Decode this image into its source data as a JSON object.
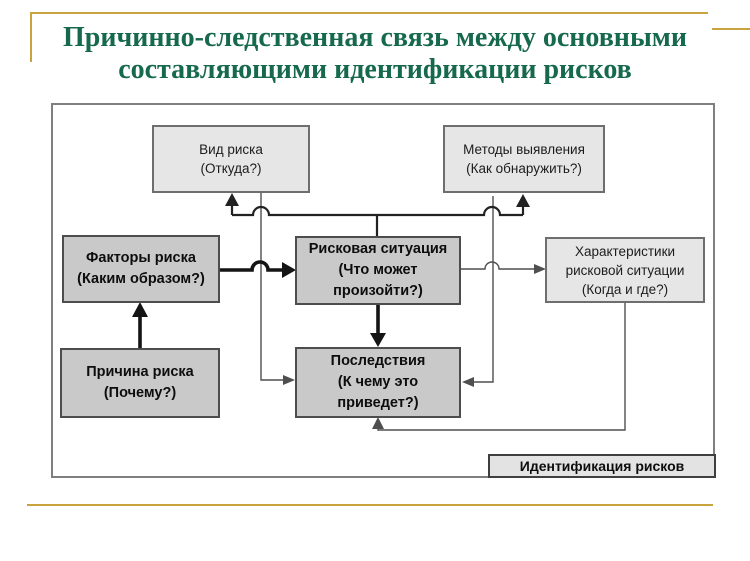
{
  "title": {
    "line1": "Причинно-следственная связь между основными",
    "line2": "составляющими идентификации рисков"
  },
  "diagram": {
    "nodes": {
      "vid_riska": {
        "line1": "Вид риска",
        "line2": "(Откуда?)"
      },
      "metody": {
        "line1": "Методы выявления",
        "line2": "(Как обнаружить?)"
      },
      "faktory": {
        "line1": "Факторы риска",
        "line2": "(Каким образом?)"
      },
      "riskovaya": {
        "line1": "Рисковая ситуация",
        "line2": "(Что может",
        "line3": "произойти?)"
      },
      "kharakteristiki": {
        "line1": "Характеристики",
        "line2": "рисковой ситуации",
        "line3": "(Когда и где?)"
      },
      "prichina": {
        "line1": "Причина риска",
        "line2": "(Почему?)"
      },
      "posledstviya": {
        "line1": "Последствия",
        "line2": "(К чему это",
        "line3": "приведет?)"
      },
      "corner_label": {
        "text": "Идентификация рисков"
      }
    }
  },
  "colors": {
    "gold": "#c9a43c",
    "title_green": "#17694e",
    "box_light": "#e6e6e6",
    "box_dark": "#c9c9c9",
    "border_light": "#6e6e6e",
    "border_dark": "#4d4d4d",
    "container_border": "#7f7f7f",
    "label_bg": "#e3e3e3",
    "label_border": "#3f3f3f",
    "line_thin": "#4f4f4f",
    "line_med": "#222222",
    "line_thick": "#141414"
  }
}
